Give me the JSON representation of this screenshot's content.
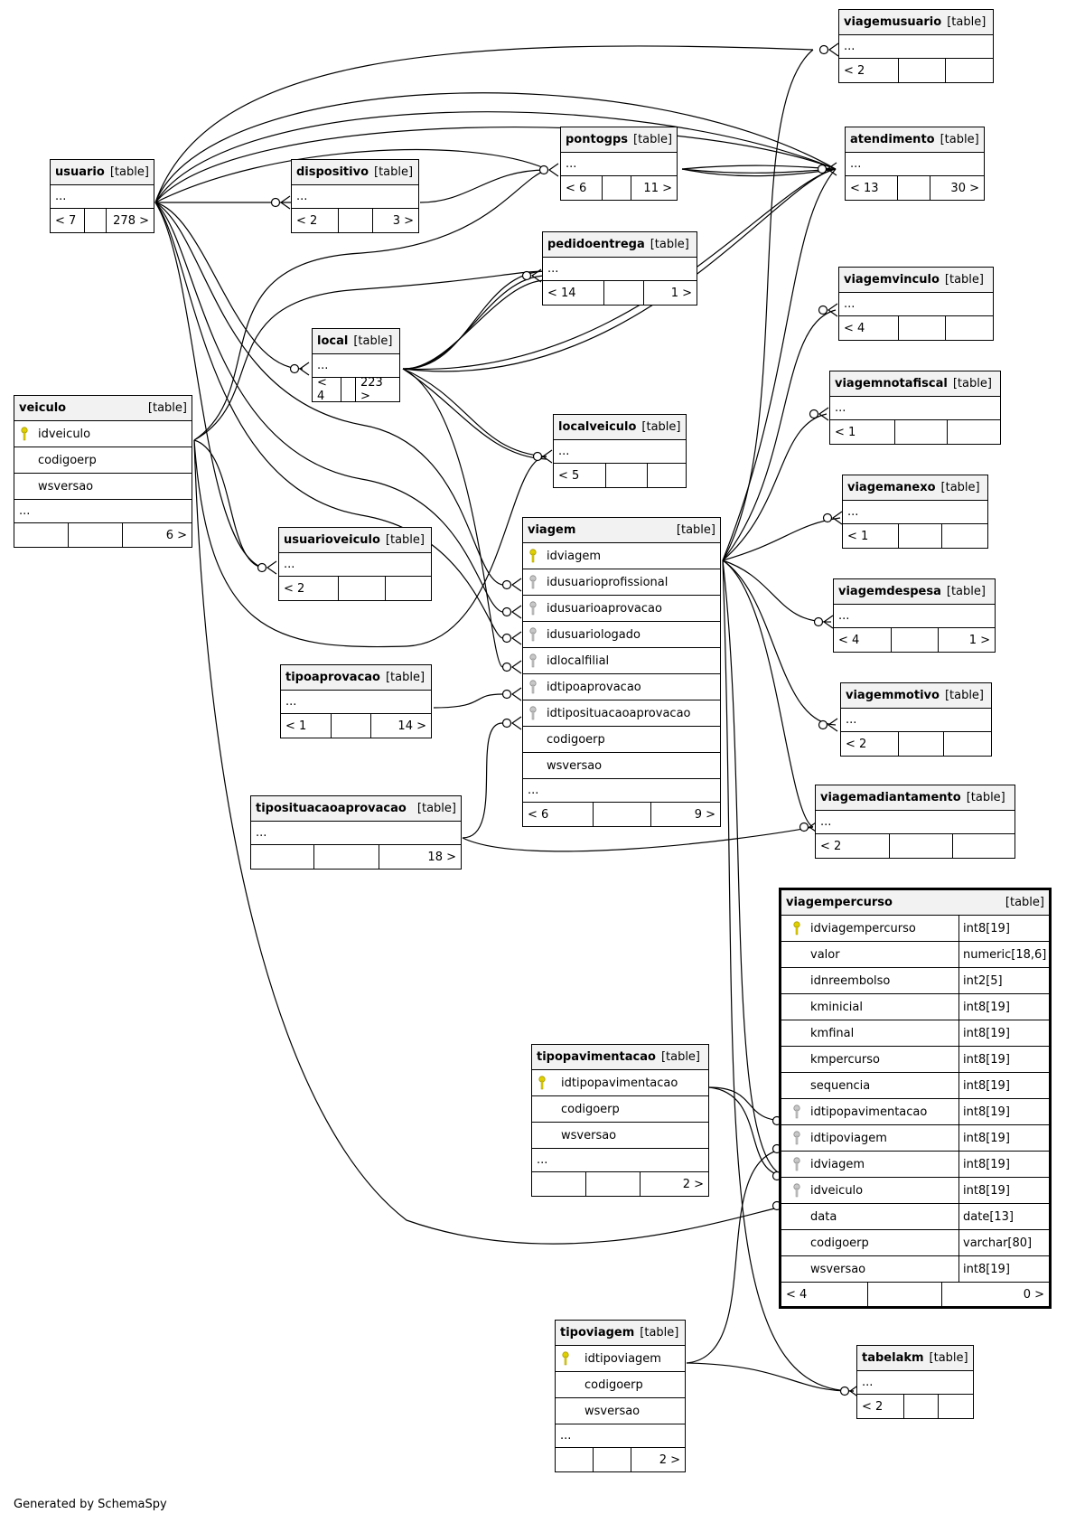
{
  "tag": "[table]",
  "credit": "Generated by SchemaSpy",
  "ellipsis": "...",
  "tables": {
    "viagemusuario": {
      "name": "viagemusuario",
      "left": "< 2",
      "mid": "",
      "right": ""
    },
    "atendimento": {
      "name": "atendimento",
      "left": "< 13",
      "mid": "",
      "right": "30 >"
    },
    "pontogps": {
      "name": "pontogps",
      "left": "< 6",
      "mid": "",
      "right": "11 >"
    },
    "usuario": {
      "name": "usuario",
      "left": "< 7",
      "mid": "",
      "right": "278 >"
    },
    "dispositivo": {
      "name": "dispositivo",
      "left": "< 2",
      "mid": "",
      "right": "3 >"
    },
    "pedidoentrega": {
      "name": "pedidoentrega",
      "left": "< 14",
      "mid": "",
      "right": "1 >"
    },
    "viagemvinculo": {
      "name": "viagemvinculo",
      "left": "< 4",
      "mid": "",
      "right": ""
    },
    "local": {
      "name": "local",
      "left": "< 4",
      "mid": "",
      "right": "223 >"
    },
    "viagemnotafiscal": {
      "name": "viagemnotafiscal",
      "left": "< 1",
      "mid": "",
      "right": ""
    },
    "localveiculo": {
      "name": "localveiculo",
      "left": "< 5",
      "mid": "",
      "right": ""
    },
    "viagemanexo": {
      "name": "viagemanexo",
      "left": "< 1",
      "mid": "",
      "right": ""
    },
    "usuarioveiculo": {
      "name": "usuarioveiculo",
      "left": "< 2",
      "mid": "",
      "right": ""
    },
    "viagemdespesa": {
      "name": "viagemdespesa",
      "left": "< 4",
      "mid": "",
      "right": "1 >"
    },
    "tipoaprovacao": {
      "name": "tipoaprovacao",
      "left": "< 1",
      "mid": "",
      "right": "14 >"
    },
    "viagemmotivo": {
      "name": "viagemmotivo",
      "left": "< 2",
      "mid": "",
      "right": ""
    },
    "viagemadiantamento": {
      "name": "viagemadiantamento",
      "left": "< 2",
      "mid": "",
      "right": ""
    },
    "tiposituacaoaprovacao": {
      "name": "tiposituacaoaprovacao",
      "left": "",
      "mid": "",
      "right": "18 >"
    },
    "tabelakm": {
      "name": "tabelakm",
      "left": "< 2",
      "mid": "",
      "right": ""
    },
    "veiculo": {
      "name": "veiculo",
      "left": "",
      "mid": "",
      "right": "6 >",
      "columns": [
        {
          "name": "idveiculo",
          "key": "pk"
        },
        {
          "name": "codigoerp",
          "key": ""
        },
        {
          "name": "wsversao",
          "key": ""
        }
      ]
    },
    "viagem": {
      "name": "viagem",
      "left": "< 6",
      "mid": "",
      "right": "9 >",
      "columns": [
        {
          "name": "idviagem",
          "key": "pk"
        },
        {
          "name": "idusuarioprofissional",
          "key": "fk"
        },
        {
          "name": "idusuarioaprovacao",
          "key": "fk"
        },
        {
          "name": "idusuariologado",
          "key": "fk"
        },
        {
          "name": "idlocalfilial",
          "key": "fk"
        },
        {
          "name": "idtipoaprovacao",
          "key": "fk"
        },
        {
          "name": "idtiposituacaoaprovacao",
          "key": "fk"
        },
        {
          "name": "codigoerp",
          "key": ""
        },
        {
          "name": "wsversao",
          "key": ""
        }
      ]
    },
    "tipopavimentacao": {
      "name": "tipopavimentacao",
      "left": "",
      "mid": "",
      "right": "2 >",
      "columns": [
        {
          "name": "idtipopavimentacao",
          "key": "pk"
        },
        {
          "name": "codigoerp",
          "key": ""
        },
        {
          "name": "wsversao",
          "key": ""
        }
      ]
    },
    "tipoviagem": {
      "name": "tipoviagem",
      "left": "",
      "mid": "",
      "right": "2 >",
      "columns": [
        {
          "name": "idtipoviagem",
          "key": "pk"
        },
        {
          "name": "codigoerp",
          "key": ""
        },
        {
          "name": "wsversao",
          "key": ""
        }
      ]
    },
    "viagempercurso": {
      "name": "viagempercurso",
      "left": "< 4",
      "mid": "",
      "right": "0 >",
      "columns": [
        {
          "name": "idviagempercurso",
          "key": "pk",
          "type": "int8[19]"
        },
        {
          "name": "valor",
          "key": "",
          "type": "numeric[18,6]"
        },
        {
          "name": "idnreembolso",
          "key": "",
          "type": "int2[5]"
        },
        {
          "name": "kminicial",
          "key": "",
          "type": "int8[19]"
        },
        {
          "name": "kmfinal",
          "key": "",
          "type": "int8[19]"
        },
        {
          "name": "kmpercurso",
          "key": "",
          "type": "int8[19]"
        },
        {
          "name": "sequencia",
          "key": "",
          "type": "int8[19]"
        },
        {
          "name": "idtipopavimentacao",
          "key": "fk",
          "type": "int8[19]"
        },
        {
          "name": "idtipoviagem",
          "key": "fk",
          "type": "int8[19]"
        },
        {
          "name": "idviagem",
          "key": "fk",
          "type": "int8[19]"
        },
        {
          "name": "idveiculo",
          "key": "fk",
          "type": "int8[19]"
        },
        {
          "name": "data",
          "key": "",
          "type": "date[13]"
        },
        {
          "name": "codigoerp",
          "key": "",
          "type": "varchar[80]"
        },
        {
          "name": "wsversao",
          "key": "",
          "type": "int8[19]"
        }
      ]
    }
  }
}
